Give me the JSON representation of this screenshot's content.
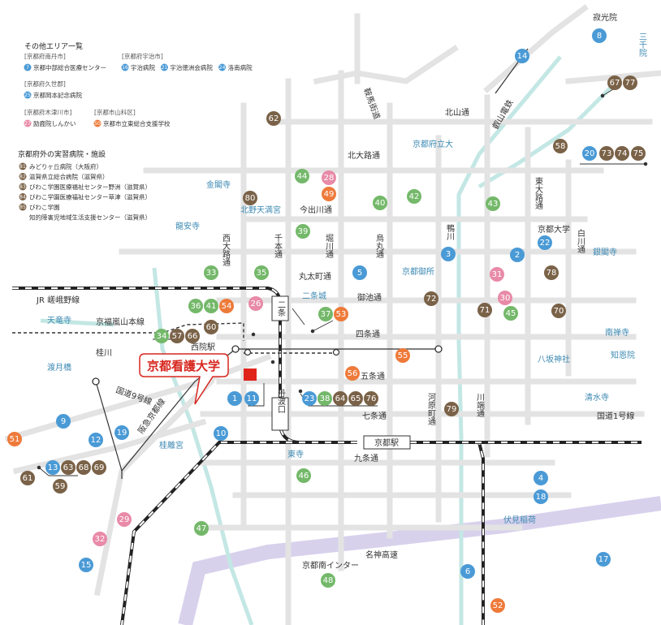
{
  "legend": {
    "other_title": "その他エリア一覧",
    "groups": [
      {
        "label": "[京都府南丹市]",
        "items": [
          {
            "num": "7",
            "color": "#4a9ad6",
            "name": "京都中部総合医療センター"
          }
        ]
      },
      {
        "label": "[京都府宇治市]",
        "items": [
          {
            "num": "16",
            "color": "#4a9ad6",
            "name": "宇治病院"
          },
          {
            "num": "21",
            "color": "#4a9ad6",
            "name": "宇治徳洲会病院"
          },
          {
            "num": "24",
            "color": "#4a9ad6",
            "name": "洛南病院"
          }
        ]
      },
      {
        "label": "[京都府久世郡]",
        "items": [
          {
            "num": "25",
            "color": "#4a9ad6",
            "name": "京都岡本記念病院"
          }
        ]
      },
      {
        "label": "[京都府木津川市]",
        "items": [
          {
            "num": "27",
            "color": "#e88aa8",
            "name": "励鹿院しんかい"
          }
        ]
      },
      {
        "label": "[京都市山科区]",
        "items": [
          {
            "num": "50",
            "color": "#ee7a3a",
            "name": "京都市立東総合支援学校"
          }
        ]
      }
    ],
    "outside_title": "京都府外の実習病院・施設",
    "outside": [
      {
        "num": "81",
        "name": "みどりヶ丘病院（大阪府）"
      },
      {
        "num": "82",
        "name": "滋賀県立総合病院（滋賀県）"
      },
      {
        "num": "83",
        "name": "びわこ学園医療福祉センター野洲（滋賀県）"
      },
      {
        "num": "84",
        "name": "びわこ学園医療福祉センター草津（滋賀県）"
      },
      {
        "num": "85",
        "name": "びわこ学園"
      },
      {
        "num": "",
        "name": "知的障害児地域生活支援センター（滋賀県）"
      }
    ]
  },
  "callout": "京都看護大学",
  "colors": {
    "blue": "#4a9ad6",
    "green": "#74b86a",
    "pink": "#e88aa8",
    "orange": "#ee7a3a",
    "brown": "#7a6248",
    "red": "#e0241c",
    "highway": "#d8d1ec",
    "river": "#c3e7e4"
  },
  "labels": [
    {
      "t": "寂光院",
      "c": "lbl"
    },
    {
      "t": "三千院",
      "c": "lbl-b"
    },
    {
      "t": "北山通",
      "c": "lbl"
    },
    {
      "t": "京都府立大",
      "c": "lbl-g"
    },
    {
      "t": "北大路通",
      "c": "lbl"
    },
    {
      "t": "金閣寺",
      "c": "lbl-b"
    },
    {
      "t": "北野天満宮",
      "c": "lbl-b"
    },
    {
      "t": "今出川通",
      "c": "lbl"
    },
    {
      "t": "龍安寺",
      "c": "lbl-b"
    },
    {
      "t": "東大路通",
      "c": "lbl"
    },
    {
      "t": "京都大学",
      "c": "lbl"
    },
    {
      "t": "白川通",
      "c": "lbl"
    },
    {
      "t": "銀閣寺",
      "c": "lbl-b"
    },
    {
      "t": "西大路通",
      "c": "lbl"
    },
    {
      "t": "千本通",
      "c": "lbl"
    },
    {
      "t": "堀川通",
      "c": "lbl"
    },
    {
      "t": "烏丸通",
      "c": "lbl"
    },
    {
      "t": "鴨川",
      "c": "lbl"
    },
    {
      "t": "丸太町通",
      "c": "lbl"
    },
    {
      "t": "京都御所",
      "c": "lbl-g"
    },
    {
      "t": "JR 嵯峨野線",
      "c": "lbl"
    },
    {
      "t": "二条城",
      "c": "lbl-g"
    },
    {
      "t": "御池通",
      "c": "lbl"
    },
    {
      "t": "天竜寺",
      "c": "lbl-b"
    },
    {
      "t": "京福嵐山本線",
      "c": "lbl"
    },
    {
      "t": "四条通",
      "c": "lbl"
    },
    {
      "t": "南禅寺",
      "c": "lbl-b"
    },
    {
      "t": "西院駅",
      "c": "lbl"
    },
    {
      "t": "桂川",
      "c": "lbl"
    },
    {
      "t": "知恩院",
      "c": "lbl-b"
    },
    {
      "t": "八坂神社",
      "c": "lbl-g"
    },
    {
      "t": "渡月橋",
      "c": "lbl-b"
    },
    {
      "t": "五条通",
      "c": "lbl"
    },
    {
      "t": "清水寺",
      "c": "lbl-g"
    },
    {
      "t": "国道9号線",
      "c": "lbl"
    },
    {
      "t": "阪急京都線",
      "c": "lbl"
    },
    {
      "t": "七条通",
      "c": "lbl"
    },
    {
      "t": "国道1号線",
      "c": "lbl"
    },
    {
      "t": "河原町通",
      "c": "lbl"
    },
    {
      "t": "川端通",
      "c": "lbl"
    },
    {
      "t": "桂離宮",
      "c": "lbl-g"
    },
    {
      "t": "東寺",
      "c": "lbl-b"
    },
    {
      "t": "九条通",
      "c": "lbl"
    },
    {
      "t": "伏見稲荷",
      "c": "lbl-b"
    },
    {
      "t": "名神高速",
      "c": "lbl"
    },
    {
      "t": "京都南インター",
      "c": "lbl"
    },
    {
      "t": "鞍馬街道",
      "c": "lbl"
    },
    {
      "t": "叡山電鉄",
      "c": "lbl"
    }
  ],
  "stations": [
    {
      "t": "二条"
    },
    {
      "t": "丹波口"
    },
    {
      "t": "京都駅"
    }
  ],
  "markers": [
    {
      "n": "8",
      "c": "blue"
    },
    {
      "n": "14",
      "c": "blue"
    },
    {
      "n": "67",
      "c": "brown"
    },
    {
      "n": "77",
      "c": "brown"
    },
    {
      "n": "62",
      "c": "brown"
    },
    {
      "n": "58",
      "c": "brown"
    },
    {
      "n": "20",
      "c": "blue"
    },
    {
      "n": "73",
      "c": "brown"
    },
    {
      "n": "74",
      "c": "brown"
    },
    {
      "n": "75",
      "c": "brown"
    },
    {
      "n": "44",
      "c": "green"
    },
    {
      "n": "28",
      "c": "pink"
    },
    {
      "n": "49",
      "c": "orange"
    },
    {
      "n": "40",
      "c": "green"
    },
    {
      "n": "42",
      "c": "green"
    },
    {
      "n": "43",
      "c": "green"
    },
    {
      "n": "80",
      "c": "brown"
    },
    {
      "n": "39",
      "c": "green"
    },
    {
      "n": "22",
      "c": "blue"
    },
    {
      "n": "3",
      "c": "blue"
    },
    {
      "n": "2",
      "c": "blue"
    },
    {
      "n": "33",
      "c": "green"
    },
    {
      "n": "35",
      "c": "green"
    },
    {
      "n": "5",
      "c": "blue"
    },
    {
      "n": "31",
      "c": "pink"
    },
    {
      "n": "78",
      "c": "brown"
    },
    {
      "n": "36",
      "c": "green"
    },
    {
      "n": "41",
      "c": "green"
    },
    {
      "n": "54",
      "c": "orange"
    },
    {
      "n": "26",
      "c": "pink"
    },
    {
      "n": "72",
      "c": "brown"
    },
    {
      "n": "30",
      "c": "pink"
    },
    {
      "n": "37",
      "c": "green"
    },
    {
      "n": "53",
      "c": "orange"
    },
    {
      "n": "71",
      "c": "brown"
    },
    {
      "n": "45",
      "c": "green"
    },
    {
      "n": "70",
      "c": "brown"
    },
    {
      "n": "60",
      "c": "brown"
    },
    {
      "n": "34",
      "c": "green"
    },
    {
      "n": "57",
      "c": "brown"
    },
    {
      "n": "66",
      "c": "brown"
    },
    {
      "n": "55",
      "c": "orange"
    },
    {
      "n": "56",
      "c": "orange"
    },
    {
      "n": "1",
      "c": "blue"
    },
    {
      "n": "11",
      "c": "blue"
    },
    {
      "n": "23",
      "c": "blue"
    },
    {
      "n": "38",
      "c": "green"
    },
    {
      "n": "64",
      "c": "brown"
    },
    {
      "n": "65",
      "c": "brown"
    },
    {
      "n": "76",
      "c": "brown"
    },
    {
      "n": "79",
      "c": "brown"
    },
    {
      "n": "9",
      "c": "blue"
    },
    {
      "n": "19",
      "c": "blue"
    },
    {
      "n": "51",
      "c": "orange"
    },
    {
      "n": "12",
      "c": "blue"
    },
    {
      "n": "10",
      "c": "blue"
    },
    {
      "n": "13",
      "c": "blue"
    },
    {
      "n": "63",
      "c": "brown"
    },
    {
      "n": "68",
      "c": "brown"
    },
    {
      "n": "69",
      "c": "brown"
    },
    {
      "n": "61",
      "c": "brown"
    },
    {
      "n": "59",
      "c": "brown"
    },
    {
      "n": "46",
      "c": "green"
    },
    {
      "n": "4",
      "c": "blue"
    },
    {
      "n": "18",
      "c": "blue"
    },
    {
      "n": "29",
      "c": "pink"
    },
    {
      "n": "32",
      "c": "pink"
    },
    {
      "n": "47",
      "c": "green"
    },
    {
      "n": "15",
      "c": "blue"
    },
    {
      "n": "6",
      "c": "blue"
    },
    {
      "n": "17",
      "c": "blue"
    },
    {
      "n": "48",
      "c": "green"
    },
    {
      "n": "52",
      "c": "orange"
    }
  ]
}
